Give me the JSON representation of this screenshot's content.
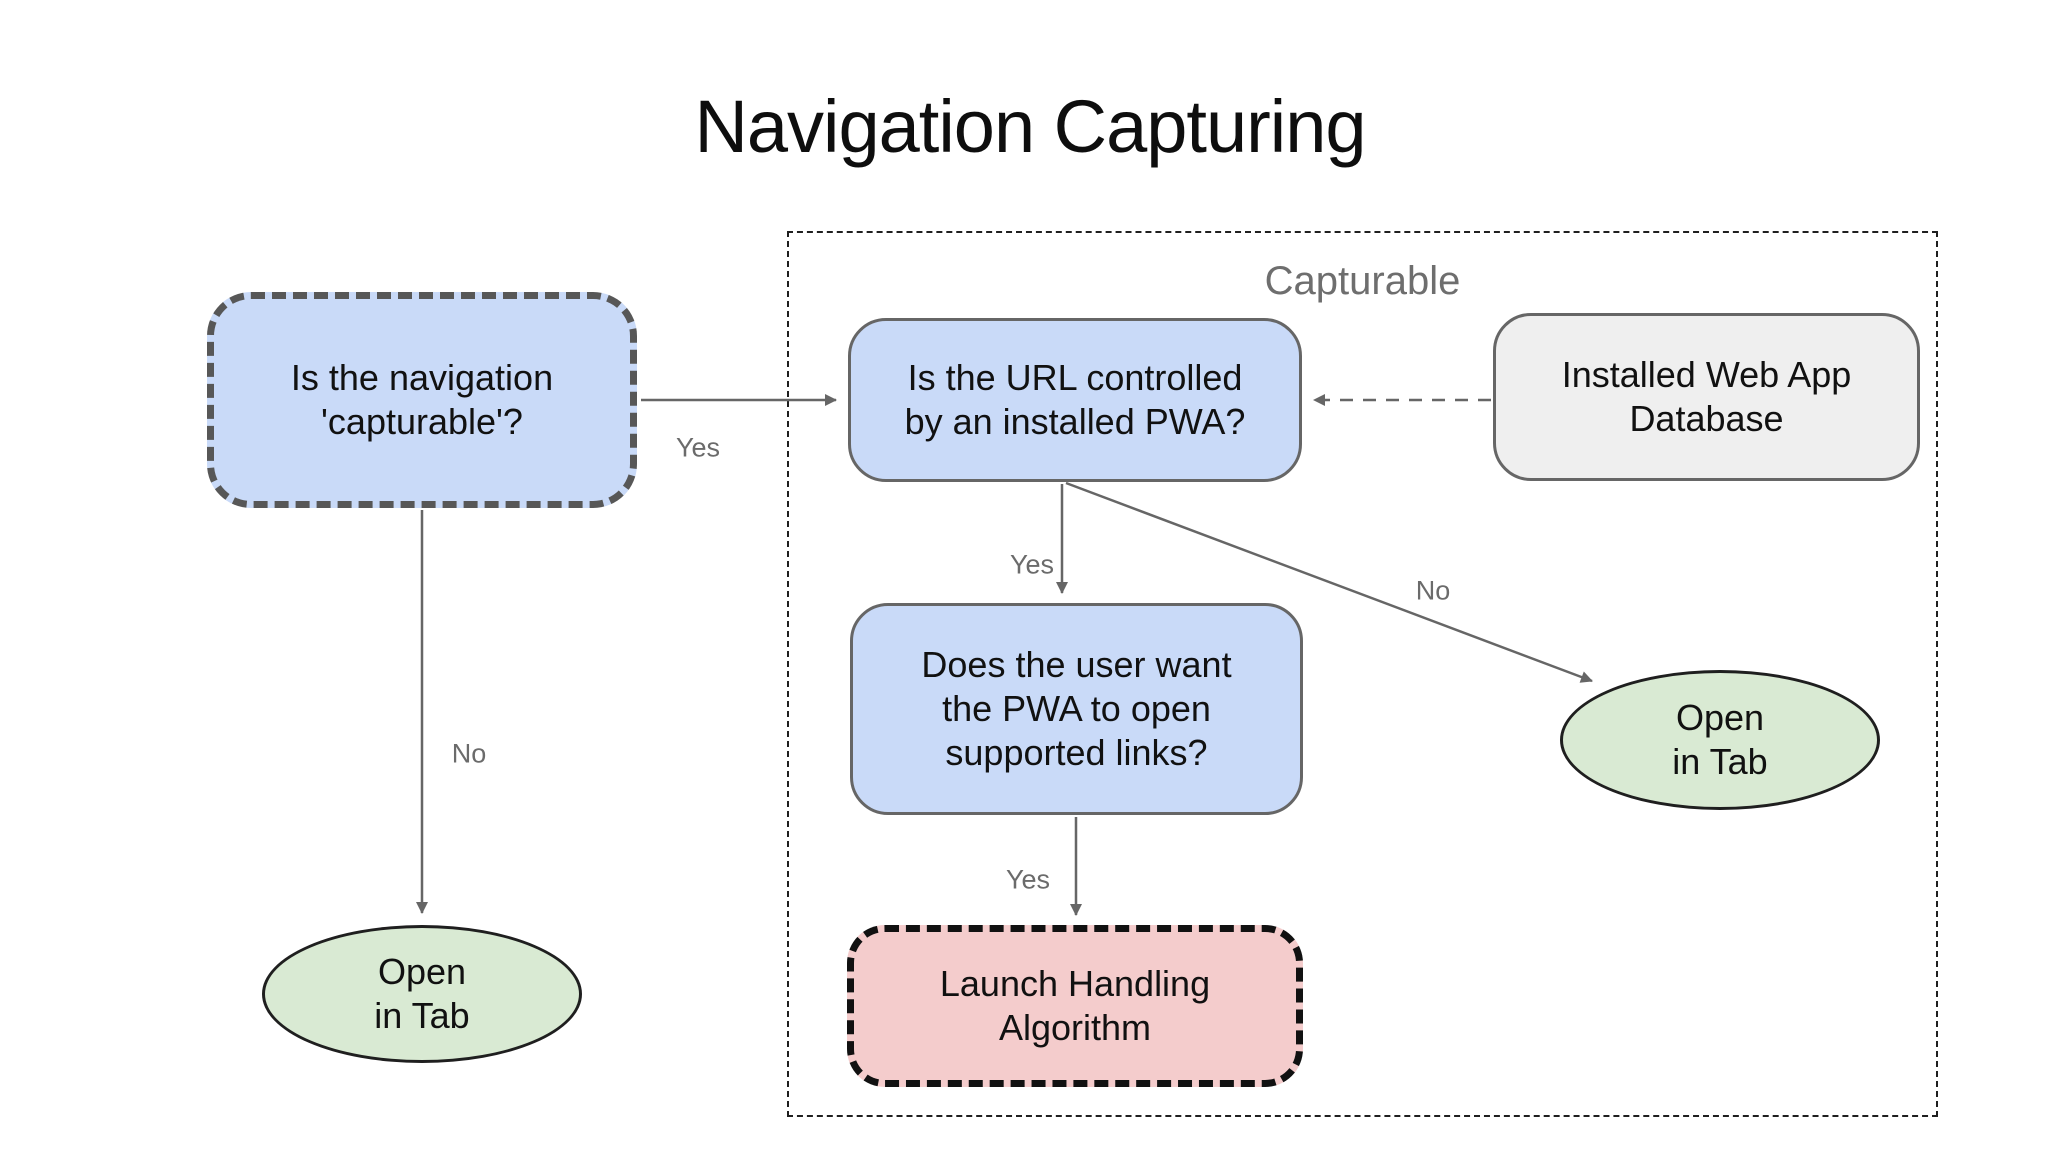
{
  "title": "Navigation Capturing",
  "container": {
    "label": "Capturable"
  },
  "nodes": {
    "nav_capturable": {
      "text": "Is the navigation\n'capturable'?"
    },
    "url_controlled": {
      "text": "Is the URL controlled\nby an installed PWA?"
    },
    "installed_db": {
      "text": "Installed Web App\nDatabase"
    },
    "user_wants": {
      "text": "Does the user want\nthe PWA to open\nsupported links?"
    },
    "launch_handling": {
      "text": "Launch Handling\nAlgorithm"
    },
    "open_tab_left": {
      "text": "Open\nin Tab"
    },
    "open_tab_right": {
      "text": "Open\nin Tab"
    }
  },
  "edges": {
    "capturable_yes": "Yes",
    "capturable_no": "No",
    "url_yes": "Yes",
    "url_no": "No",
    "user_yes": "Yes"
  },
  "colors": {
    "node_blue": "#c9daf8",
    "node_green": "#d9ead3",
    "node_pink": "#f4cccc",
    "node_gray": "#efefef",
    "edge_gray": "#666666",
    "label_gray": "#6b6b6b"
  }
}
